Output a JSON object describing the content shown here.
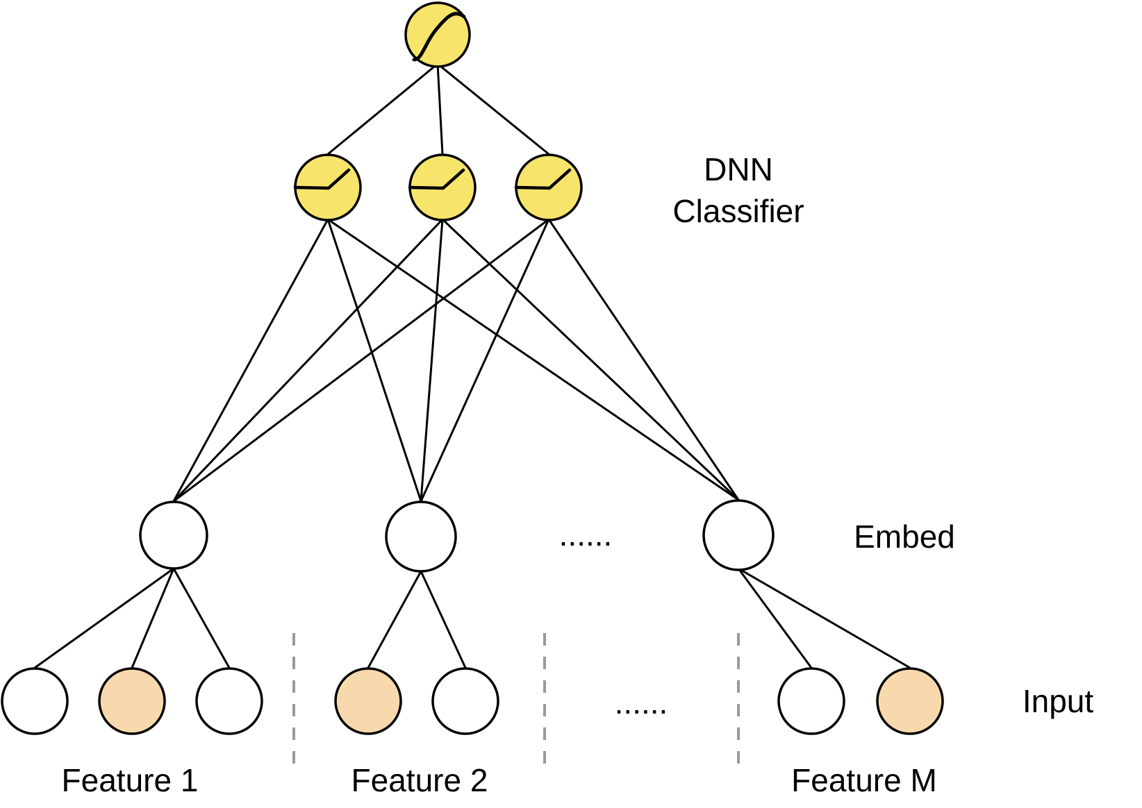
{
  "labels": {
    "dnn_line1": "DNN",
    "dnn_line2": "Classifier",
    "embed": "Embed",
    "input": "Input",
    "ellipsis_embed": "......",
    "ellipsis_input": "......"
  },
  "features": [
    {
      "label": "Feature 1",
      "inputs": [
        "white",
        "orange",
        "white"
      ]
    },
    {
      "label": "Feature 2",
      "inputs": [
        "orange",
        "white"
      ]
    },
    {
      "label": "Feature M",
      "inputs": [
        "white",
        "orange"
      ]
    }
  ],
  "colors": {
    "classifier_node": "#f7e46a",
    "embed_node": "#ffffff",
    "input_active": "#f8d9ad",
    "input_inactive": "#ffffff",
    "divider": "#9a9a9a",
    "stroke": "#000000"
  },
  "network": {
    "output_activation": "sigmoid",
    "hidden_units": 3,
    "hidden_activation": "relu"
  }
}
